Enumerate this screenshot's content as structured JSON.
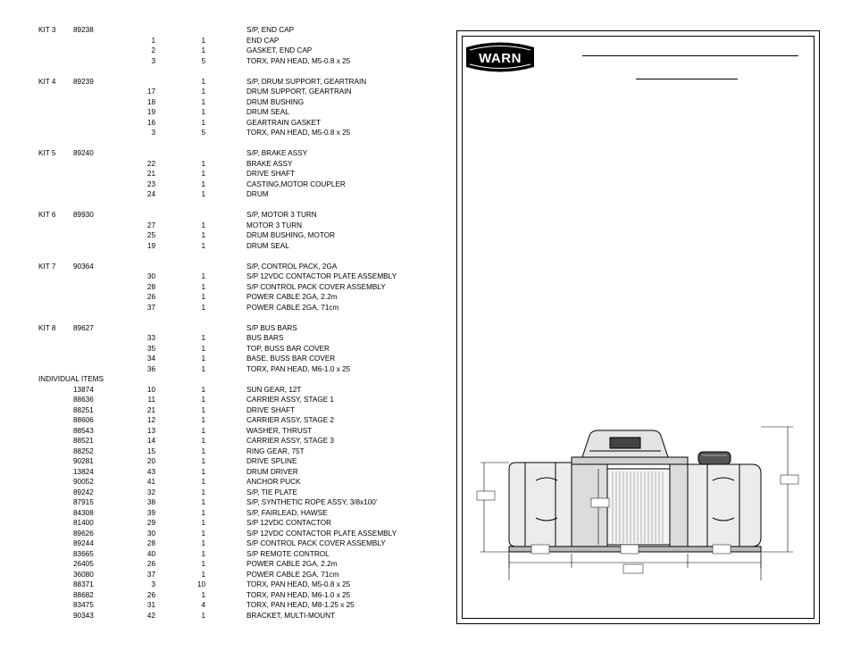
{
  "logo": {
    "text": "WARN"
  },
  "parts": [
    {
      "kit": "KIT 3",
      "part": "89238",
      "ref": "",
      "qty": "",
      "desc": "S/P, END CAP"
    },
    {
      "kit": "",
      "part": "",
      "ref": "1",
      "qty": "1",
      "desc": "END CAP"
    },
    {
      "kit": "",
      "part": "",
      "ref": "2",
      "qty": "1",
      "desc": "GASKET, END CAP"
    },
    {
      "kit": "",
      "part": "",
      "ref": "3",
      "qty": "5",
      "desc": "TORX, PAN HEAD, M5-0.8 x 25"
    },
    {
      "kit": "KIT 4",
      "part": "89239",
      "ref": "",
      "qty": "1",
      "desc": "S/P, DRUM SUPPORT, GEARTRAIN"
    },
    {
      "kit": "",
      "part": "",
      "ref": "17",
      "qty": "1",
      "desc": "DRUM SUPPORT, GEARTRAIN"
    },
    {
      "kit": "",
      "part": "",
      "ref": "18",
      "qty": "1",
      "desc": "DRUM BUSHING"
    },
    {
      "kit": "",
      "part": "",
      "ref": "19",
      "qty": "1",
      "desc": "DRUM SEAL"
    },
    {
      "kit": "",
      "part": "",
      "ref": "16",
      "qty": "1",
      "desc": "GEARTRAIN GASKET"
    },
    {
      "kit": "",
      "part": "",
      "ref": "3",
      "qty": "5",
      "desc": "TORX, PAN HEAD, M5-0.8 x 25"
    },
    {
      "kit": "KIT 5",
      "part": "89240",
      "ref": "",
      "qty": "",
      "desc": "S/P, BRAKE ASSY"
    },
    {
      "kit": "",
      "part": "",
      "ref": "22",
      "qty": "1",
      "desc": "BRAKE ASSY"
    },
    {
      "kit": "",
      "part": "",
      "ref": "21",
      "qty": "1",
      "desc": "DRIVE SHAFT"
    },
    {
      "kit": "",
      "part": "",
      "ref": "23",
      "qty": "1",
      "desc": "CASTING,MOTOR COUPLER"
    },
    {
      "kit": "",
      "part": "",
      "ref": "24",
      "qty": "1",
      "desc": " DRUM"
    },
    {
      "kit": "KIT 6",
      "part": "89930",
      "ref": "",
      "qty": "",
      "desc": "S/P, MOTOR 3 TURN"
    },
    {
      "kit": "",
      "part": "",
      "ref": "27",
      "qty": "1",
      "desc": "MOTOR 3 TURN"
    },
    {
      "kit": "",
      "part": "",
      "ref": "25",
      "qty": "1",
      "desc": "DRUM BUSHING, MOTOR"
    },
    {
      "kit": "",
      "part": "",
      "ref": "19",
      "qty": "1",
      "desc": "DRUM SEAL"
    },
    {
      "kit": "KIT 7",
      "part": "90364",
      "ref": "",
      "qty": "",
      "desc": "S/P, CONTROL PACK, 2GA"
    },
    {
      "kit": "",
      "part": "",
      "ref": "30",
      "qty": "1",
      "desc": "S/P 12VDC CONTACTOR PLATE ASSEMBLY"
    },
    {
      "kit": "",
      "part": "",
      "ref": "28",
      "qty": "1",
      "desc": "S/P CONTROL PACK COVER ASSEMBLY"
    },
    {
      "kit": "",
      "part": "",
      "ref": "26",
      "qty": "1",
      "desc": "POWER CABLE 2GA, 2.2m"
    },
    {
      "kit": "",
      "part": "",
      "ref": "37",
      "qty": "1",
      "desc": "POWER CABLE 2GA, 71cm"
    },
    {
      "kit": "KIT 8",
      "part": "89627",
      "ref": "",
      "qty": "",
      "desc": "S/P BUS BARS"
    },
    {
      "kit": "",
      "part": "",
      "ref": "33",
      "qty": "1",
      "desc": "BUS BARS"
    },
    {
      "kit": "",
      "part": "",
      "ref": "35",
      "qty": "1",
      "desc": "TOP, BUSS BAR COVER"
    },
    {
      "kit": "",
      "part": "",
      "ref": "34",
      "qty": "1",
      "desc": "BASE, BUSS BAR COVER"
    },
    {
      "kit": "",
      "part": "",
      "ref": "36",
      "qty": "1",
      "desc": "TORX, PAN HEAD, M6-1.0 x 25"
    },
    {
      "kit": "INDIVIDUAL ITEMS",
      "part": "",
      "ref": "",
      "qty": "",
      "desc": ""
    },
    {
      "kit": "",
      "part": "13874",
      "ref": "10",
      "qty": "1",
      "desc": "SUN GEAR, 12T"
    },
    {
      "kit": "",
      "part": "88636",
      "ref": "11",
      "qty": "1",
      "desc": "CARRIER ASSY, STAGE 1"
    },
    {
      "kit": "",
      "part": "88251",
      "ref": "21",
      "qty": "1",
      "desc": "DRIVE SHAFT"
    },
    {
      "kit": "",
      "part": "88606",
      "ref": "12",
      "qty": "1",
      "desc": "CARRIER ASSY, STAGE 2"
    },
    {
      "kit": "",
      "part": "88543",
      "ref": "13",
      "qty": "1",
      "desc": "WASHER, THRUST"
    },
    {
      "kit": "",
      "part": "88521",
      "ref": "14",
      "qty": "1",
      "desc": "CARRIER ASSY, STAGE 3"
    },
    {
      "kit": "",
      "part": "88252",
      "ref": "15",
      "qty": "1",
      "desc": "RING GEAR, 75T"
    },
    {
      "kit": "",
      "part": "90281",
      "ref": "20",
      "qty": "1",
      "desc": "DRIVE SPLINE"
    },
    {
      "kit": "",
      "part": "13824",
      "ref": "43",
      "qty": "1",
      "desc": " DRUM DRIVER"
    },
    {
      "kit": "",
      "part": "90052",
      "ref": "41",
      "qty": "1",
      "desc": "ANCHOR PUCK"
    },
    {
      "kit": "",
      "part": "89242",
      "ref": "32",
      "qty": "1",
      "desc": "S/P, TIE PLATE"
    },
    {
      "kit": "",
      "part": "87915",
      "ref": "38",
      "qty": "1",
      "desc": "S/P, SYNTHETIC ROPE ASSY, 3/8x100’"
    },
    {
      "kit": "",
      "part": "84308",
      "ref": "39",
      "qty": "1",
      "desc": "S/P, FAIRLEAD, HAWSE"
    },
    {
      "kit": "",
      "part": "81400",
      "ref": "29",
      "qty": "1",
      "desc": "S/P 12VDC CONTACTOR"
    },
    {
      "kit": "",
      "part": "89626",
      "ref": "30",
      "qty": "1",
      "desc": "S/P 12VDC CONTACTOR PLATE ASSEMBLY"
    },
    {
      "kit": "",
      "part": "89244",
      "ref": "28",
      "qty": "1",
      "desc": "S/P CONTROL PACK COVER ASSEMBLY"
    },
    {
      "kit": "",
      "part": "83665",
      "ref": "40",
      "qty": "1",
      "desc": "S/P REMOTE CONTROL"
    },
    {
      "kit": "",
      "part": "26405",
      "ref": "26",
      "qty": "1",
      "desc": "POWER CABLE 2GA, 2.2m"
    },
    {
      "kit": "",
      "part": "36080",
      "ref": "37",
      "qty": "1",
      "desc": "POWER CABLE 2GA, 71cm"
    },
    {
      "kit": "",
      "part": "88371",
      "ref": "3",
      "qty": "10",
      "desc": "TORX, PAN HEAD, M5-0.8 x 25"
    },
    {
      "kit": "",
      "part": "88682",
      "ref": "26",
      "qty": "1",
      "desc": "TORX, PAN HEAD, M6-1.0 x 25"
    },
    {
      "kit": "",
      "part": "83475",
      "ref": "31",
      "qty": "4",
      "desc": "TORX, PAN HEAD, M8-1.25 x 25"
    },
    {
      "kit": "",
      "part": "90343",
      "ref": "42",
      "qty": "1",
      "desc": "BRACKET, MULTI-MOUNT"
    }
  ]
}
